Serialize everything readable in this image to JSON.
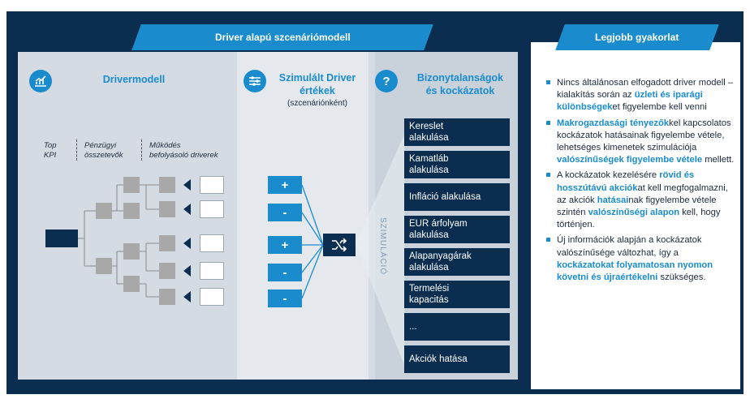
{
  "header": {
    "left_title": "Driver alapú szcenáriómodell",
    "right_title": "Legjobb gyakorlat"
  },
  "driver_model": {
    "title": "Drivermodell",
    "levels": {
      "top_kpi": [
        "Top",
        "KPI"
      ],
      "financial": [
        "Pénzügyi",
        "összetevők"
      ],
      "operational": [
        "Működés",
        "befolyásoló driverek"
      ]
    }
  },
  "simulated": {
    "title": [
      "Szimulált Driver",
      "értékek"
    ],
    "subtitle": "(szcenáriónként)",
    "signs": [
      "+",
      "-",
      "+",
      "-",
      "-"
    ]
  },
  "uncertainty": {
    "title": [
      "Bizonytalanságok",
      "és kockázatok"
    ],
    "sim_label": "SZIMULÁCIÓ",
    "items": [
      [
        "Kereslet",
        "alakulása"
      ],
      [
        "Kamatláb",
        "alakulása"
      ],
      [
        "Infláció alakulása"
      ],
      [
        "EUR árfolyam",
        "alakulása"
      ],
      [
        "Alapanyagárak",
        "alakulása"
      ],
      [
        "Termelési",
        "kapacitás"
      ],
      [
        "..."
      ],
      [
        "Akciók hatása"
      ]
    ]
  },
  "icons": {
    "driver": "chart-icon",
    "simulated": "sliders-icon",
    "uncertainty": "question-icon",
    "simulation": "shuffle-icon"
  },
  "colors": {
    "navy": "#0b2d50",
    "accent": "#1a8ccd"
  },
  "best_practice": [
    [
      {
        "t": "Nincs általánosan elfogadott driver modell – kialakítás során az ",
        "h": false
      },
      {
        "t": "üzleti és iparági különbségek",
        "h": true
      },
      {
        "t": "et figyelembe kell venni",
        "h": false
      }
    ],
    [
      {
        "t": "Makrogazdasági tényezők",
        "h": true
      },
      {
        "t": "kel kapcsolatos kockázatok hatásainak figyelembe vétele, lehetséges kimenetek szimulációja ",
        "h": false
      },
      {
        "t": "valószínűségek figyelembe vétele",
        "h": true
      },
      {
        "t": " mellett.",
        "h": false
      }
    ],
    [
      {
        "t": "A kockázatok kezelésére ",
        "h": false
      },
      {
        "t": "rövid és hosszútávú akciók",
        "h": true
      },
      {
        "t": "at kell megfogalmazni, az akciók ",
        "h": false
      },
      {
        "t": "hatásai",
        "h": true
      },
      {
        "t": "nak figyelembe vétele szintén ",
        "h": false
      },
      {
        "t": "valószínűségi alapon",
        "h": true
      },
      {
        "t": " kell, hogy történjen.",
        "h": false
      }
    ],
    [
      {
        "t": "Új információk alapján a kockázatok valószínűsége változhat, így a ",
        "h": false
      },
      {
        "t": "kockázatokat folyamatosan nyomon követni és újraértékelni",
        "h": true
      },
      {
        "t": " szükséges.",
        "h": false
      }
    ]
  ]
}
